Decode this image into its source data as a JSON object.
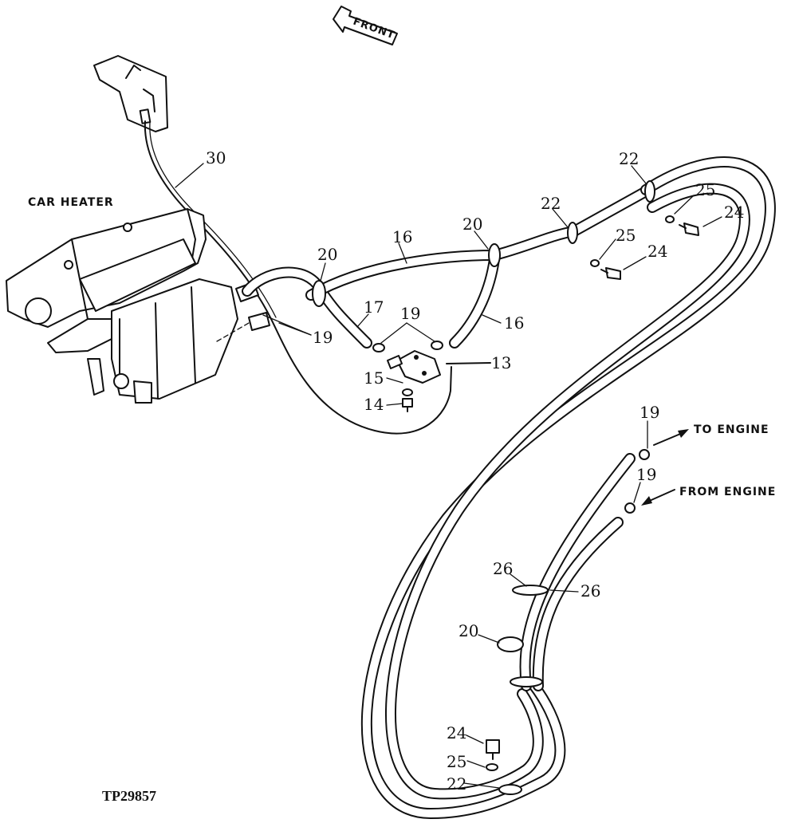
{
  "front_arrow": "FRONT",
  "car_heater": "CAR HEATER",
  "to_engine": "TO ENGINE",
  "from_engine": "FROM ENGINE",
  "figure_id": "TP29857",
  "callouts": {
    "c30": "30",
    "c20a": "20",
    "c16a": "16",
    "c17": "17",
    "c19a": "19",
    "c19b": "19",
    "c20b": "20",
    "c16b": "16",
    "c13": "13",
    "c15": "15",
    "c14": "14",
    "c22a": "22",
    "c25a": "25",
    "c24a": "24",
    "c22b": "22",
    "c25b": "25",
    "c24b": "24",
    "c19c": "19",
    "c19d": "19",
    "c26a": "26",
    "c26b": "26",
    "c20c": "20",
    "c24c": "24",
    "c25c": "25",
    "c22c": "22"
  }
}
